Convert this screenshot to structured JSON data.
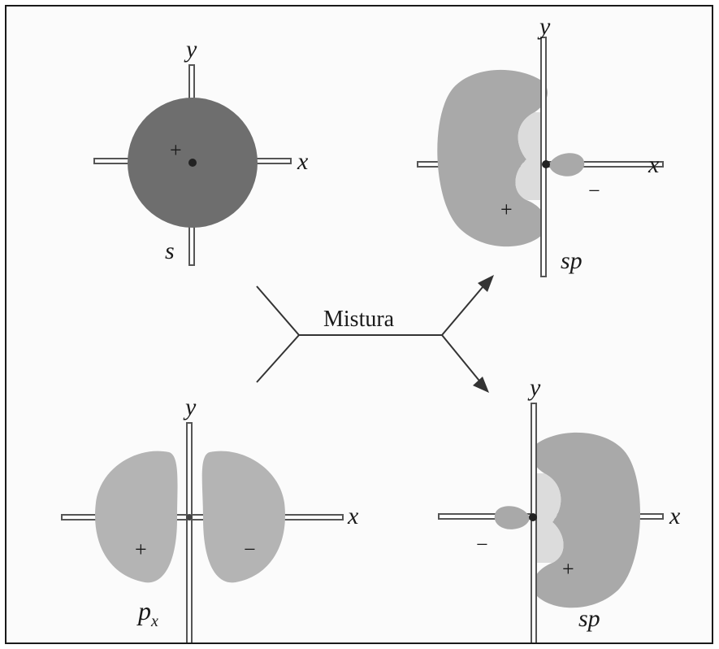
{
  "diagram": {
    "mix_label": "Mistura",
    "s_orbital": {
      "name": "s",
      "axis_x": "x",
      "axis_y": "y",
      "sign": "+"
    },
    "px_orbital": {
      "name": "p",
      "subscript": "x",
      "axis_x": "x",
      "axis_y": "y",
      "sign_left": "+",
      "sign_right": "−"
    },
    "sp_upper": {
      "name": "sp",
      "axis_x": "x",
      "axis_y": "y",
      "sign_big": "+",
      "sign_small": "−"
    },
    "sp_lower": {
      "name": "sp",
      "axis_x": "x",
      "axis_y": "y",
      "sign_big": "+",
      "sign_small": "−"
    }
  },
  "colors": {
    "s_lobe": "#6e6e6e",
    "p_lobe": "#b4b4b4",
    "sp_lobe": "#a9a9a9",
    "sp_inner": "#dcdcdc",
    "axis": "#555555",
    "ink": "#1a1a1a"
  }
}
